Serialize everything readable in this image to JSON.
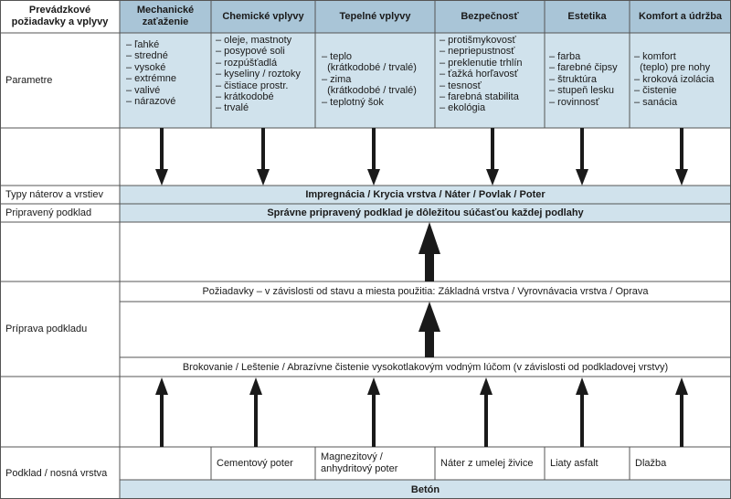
{
  "headers": {
    "requirements": "Prevádzkové\npožiadavky a vplyvy",
    "columns": [
      "Mechanické\nzaťaženie",
      "Chemické vplyvy",
      "Tepelné vplyvy",
      "Bezpečnosť",
      "Estetika",
      "Komfort a údržba"
    ]
  },
  "rows": {
    "parameters": "Parametre",
    "types": "Typy náterov a vrstiev",
    "prepared": "Pripravený podklad",
    "preparation": "Príprava podkladu",
    "substrate": "Podklad / nosná vrstva"
  },
  "parameters": [
    [
      "– ľahké",
      "– stredné",
      "– vysoké",
      "– extrémne",
      "– valivé",
      "– nárazové"
    ],
    [
      "– oleje, mastnoty",
      "– posypové soli",
      "– rozpúšťadlá",
      "– kyseliny / roztoky",
      "– čistiace prostr.",
      "– krátkodobé",
      "– trvalé"
    ],
    [
      "– teplo",
      "  (krátkodobé / trvalé)",
      "– zima",
      "  (krátkodobé / trvalé)",
      "– teplotný šok"
    ],
    [
      "– protišmykovosť",
      "– nepriepustnosť",
      "– preklenutie trhlín",
      "– ťažká horľavosť",
      "– tesnosť",
      "– farebná stabilita",
      "– ekológia"
    ],
    [
      "– farba",
      "– farebné čipsy",
      "– štruktúra",
      "– stupeň lesku",
      "– rovinnosť"
    ],
    [
      "– komfort",
      "  (teplo) pre nohy",
      "– kroková izolácia",
      "– čistenie",
      "– sanácia"
    ]
  ],
  "types_bar": "Impregnácia / Krycia vrstva / Náter / Povlak / Poter",
  "prepared_bar": "Správne pripravený podklad je dôležitou súčasťou každej podlahy",
  "requirements_bar": "Požiadavky – v závislosti od stavu a miesta použitia: Základná vrstva / Vyrovnávacia vrstva / Oprava",
  "methods_bar": "Brokovanie / Leštenie / Abrazívne čistenie vysokotlakovým vodným lúčom (v závislosti od podkladovej vrstvy)",
  "substrates": [
    "",
    "Cementový poter",
    "Magnezitový /\nanhydritový poter",
    "Náter z umelej živice",
    "Liaty asfalt",
    "Dlažba"
  ],
  "base_bar": "Betón",
  "colors": {
    "header_fill": "#a9c5d7",
    "light_fill": "#d0e2ec",
    "border": "#555555",
    "arrow": "#1a1a1a"
  }
}
